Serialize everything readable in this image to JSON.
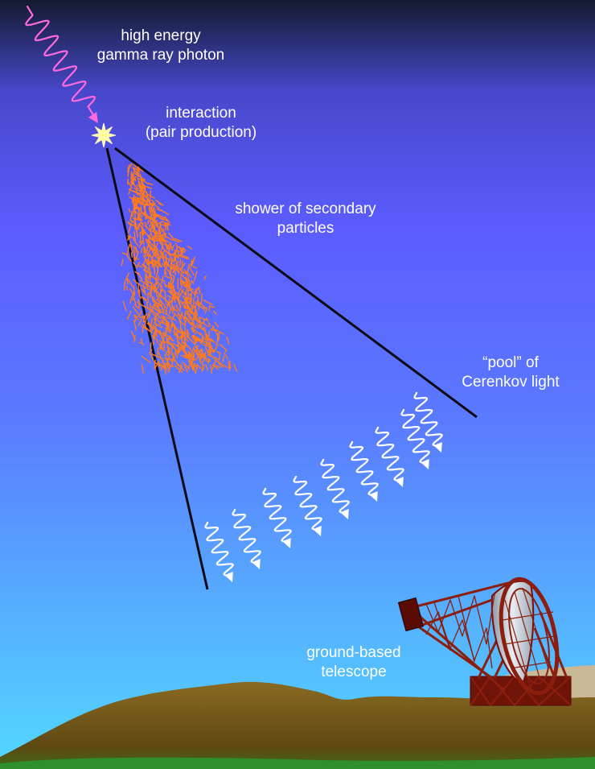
{
  "labels": {
    "photon": [
      "high energy",
      "gamma ray photon"
    ],
    "interaction": [
      "interaction",
      "(pair production)"
    ],
    "shower": [
      "shower of secondary",
      "particles"
    ],
    "pool": [
      "“pool” of",
      "Cerenkov light"
    ],
    "telescope": [
      "ground-based",
      "telescope"
    ]
  },
  "colors": {
    "sky_top": "#141a2e",
    "sky_mid": "#5c5cff",
    "sky_bottom": "#52d6ff",
    "photon": "#ff6adf",
    "flash": "#ffffa0",
    "shower": "#ff7a1a",
    "cone": "#0a0a14",
    "cerenkov": "#ffffff",
    "ground": "#7b5a1c",
    "grass": "#2f8f2a",
    "telescope_frame": "#8c1e0e"
  },
  "icons": [
    "gamma-photon-wave",
    "interaction-flash",
    "particle-shower",
    "cerenkov-wave",
    "telescope"
  ]
}
